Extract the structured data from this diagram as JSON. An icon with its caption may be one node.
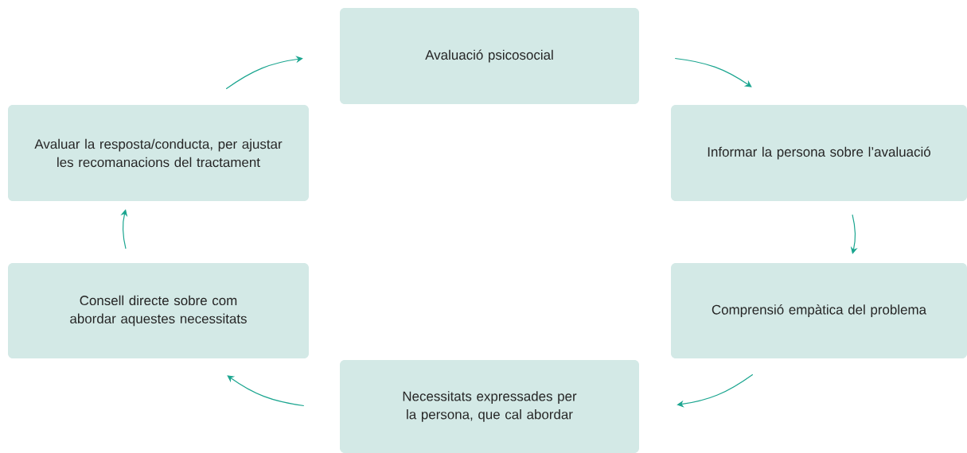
{
  "diagram": {
    "nodes": [
      {
        "text": [
          "Avaluació psicosocial"
        ]
      },
      {
        "text": [
          "Informar la persona sobre l’avaluació"
        ]
      },
      {
        "text": [
          "Comprensió empàtica del problema"
        ]
      },
      {
        "text": [
          "Necessitats expressades per la persona, que cal abordar"
        ]
      },
      {
        "text": [
          "Consell directe sobre com abordar aquestes necessitats"
        ]
      },
      {
        "text": [
          "Avaluar la resposta/conducta, per ajustar les recomanacions del tractament"
        ]
      }
    ],
    "edges": [
      {
        "from": 0,
        "to": 1,
        "arrow": "to"
      },
      {
        "from": 1,
        "to": 2,
        "arrow": "to"
      },
      {
        "from": 2,
        "to": 3,
        "arrow": "to"
      },
      {
        "from": 3,
        "to": 4,
        "arrow": "to"
      },
      {
        "from": 4,
        "to": 5,
        "arrow": "to"
      },
      {
        "from": 5,
        "to": 0,
        "arrow": "to"
      }
    ]
  }
}
